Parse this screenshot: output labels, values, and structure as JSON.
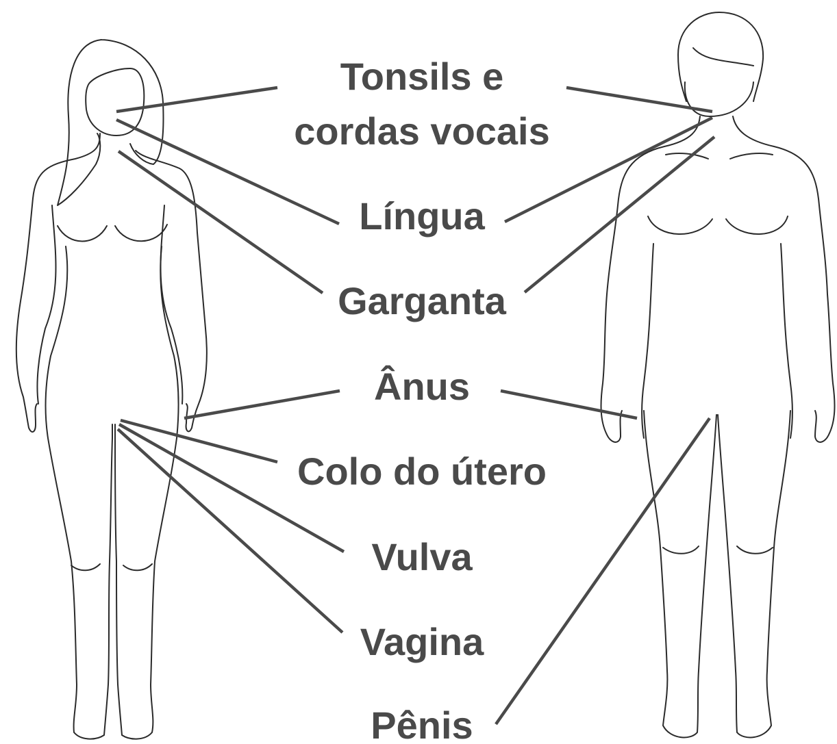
{
  "labels": {
    "tonsils_line1": "Tonsils e",
    "tonsils_line2": "cordas vocais",
    "lingua": "Língua",
    "garganta": "Garganta",
    "anus": "Ânus",
    "colo_do_utero": "Colo do útero",
    "vulva": "Vulva",
    "vagina": "Vagina",
    "penis": "Pênis"
  },
  "colors": {
    "text": "#4a4a4a",
    "leader_lines": "#4a4a4a",
    "outline": "#2a2a2a",
    "background": "#ffffff"
  }
}
